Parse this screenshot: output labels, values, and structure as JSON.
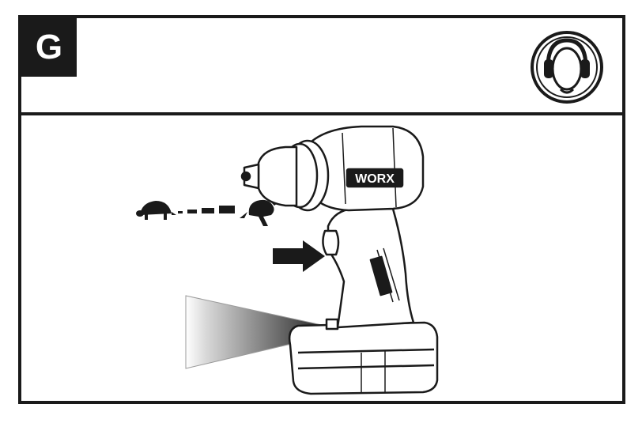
{
  "step": {
    "letter": "G"
  },
  "ppe": {
    "icon": "hearing-protection-icon"
  },
  "illustration": {
    "brand": "WORX",
    "icons": [
      "tortoise-icon",
      "hare-icon",
      "press-arrow-icon",
      "led-light-beam",
      "drill-illustration"
    ]
  },
  "colors": {
    "ink": "#1a1a1a",
    "paper": "#ffffff"
  }
}
